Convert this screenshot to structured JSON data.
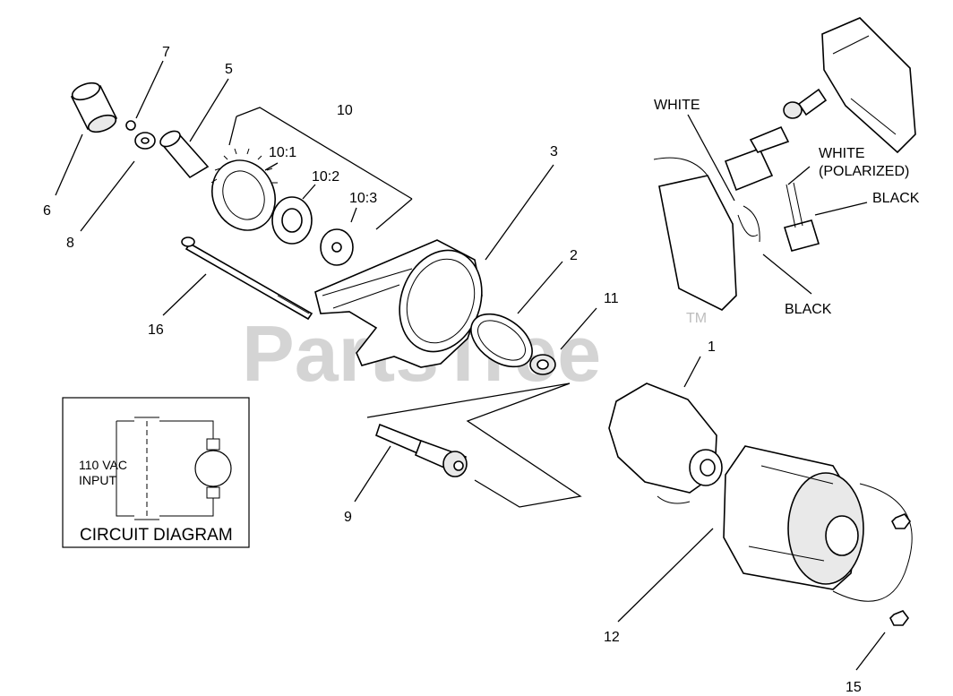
{
  "watermark": {
    "text": "PartsTree",
    "trademark": "TM"
  },
  "callouts": {
    "c1": "1",
    "c2": "2",
    "c3": "3",
    "c5": "5",
    "c6": "6",
    "c7": "7",
    "c8": "8",
    "c9": "9",
    "c10": "10",
    "c10_1": "10:1",
    "c10_2": "10:2",
    "c10_3": "10:3",
    "c11": "11",
    "c12": "12",
    "c15": "15",
    "c16": "16"
  },
  "wires": {
    "white": "WHITE",
    "white_polarized_1": "WHITE",
    "white_polarized_2": "(POLARIZED)",
    "black_right": "BLACK",
    "black_bottom": "BLACK"
  },
  "circuit": {
    "input_line1": "110 VAC",
    "input_line2": "INPUT",
    "title": "CIRCUIT DIAGRAM"
  }
}
